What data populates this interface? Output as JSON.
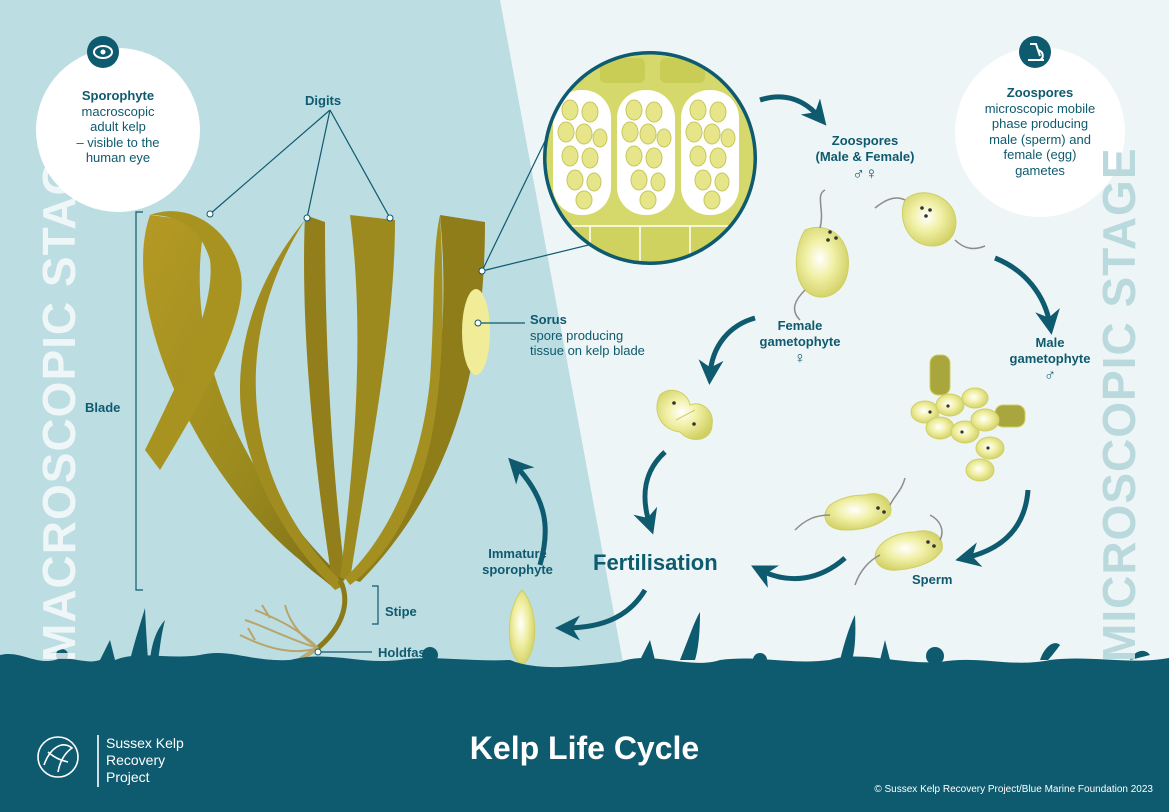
{
  "title": "Kelp Life Cycle",
  "logo": {
    "line1": "Sussex Kelp",
    "line2": "Recovery",
    "line3": "Project"
  },
  "copyright": "© Sussex Kelp Recovery Project/Blue Marine Foundation 2023",
  "stages": {
    "left": "MACROSCOPIC STAGE",
    "right": "MICROSCOPIC STAGE"
  },
  "circles": {
    "sporophyte": {
      "heading": "Sporophyte",
      "body": [
        "macroscopic",
        "adult kelp",
        "– visible to the",
        "human eye"
      ],
      "icon": "eye-icon"
    },
    "zoospores": {
      "heading": "Zoospores",
      "body": [
        "microscopic mobile",
        "phase producing",
        "male (sperm) and",
        "female (egg)",
        "gametes"
      ],
      "icon": "microscope-icon"
    }
  },
  "labels": {
    "digits": "Digits",
    "blade": "Blade",
    "stipe": "Stipe",
    "holdfast": "Holdfast",
    "sorus_title": "Sorus",
    "sorus_desc1": "spore producing",
    "sorus_desc2": "tissue on kelp blade",
    "zoospores_line1": "Zoospores",
    "zoospores_line2": "(Male & Female)",
    "zoospores_symbols": "♂♀",
    "female_line1": "Female",
    "female_line2": "gametophyte",
    "female_symbol": "♀",
    "male_line1": "Male",
    "male_line2": "gametophyte",
    "male_symbol": "♂",
    "sperm": "Sperm",
    "fertilisation": "Fertilisation",
    "immature_line1": "Immature",
    "immature_line2": "sporophyte"
  },
  "colors": {
    "teal_dark": "#0e5a6e",
    "left_bg": "#bcdde2",
    "right_bg": "#eef5f6",
    "kelp": "#9a8a1e",
    "cell": "#e6e58a",
    "stage_text": "#ffffff"
  }
}
